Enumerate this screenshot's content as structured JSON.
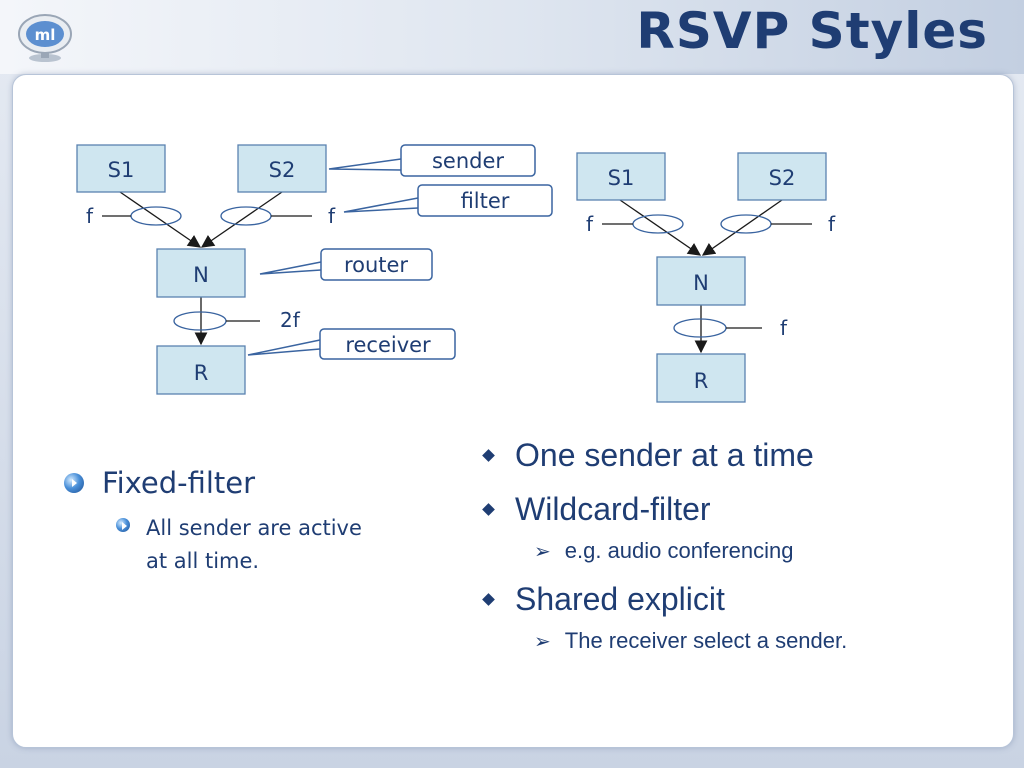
{
  "header": {
    "title": "RSVP Styles",
    "logo_icon": "monitor-logo-icon"
  },
  "left_diagram": {
    "nodes": {
      "s1": "S1",
      "s2": "S2",
      "n": "N",
      "r": "R"
    },
    "filter_labels": {
      "left": "f",
      "right": "f",
      "bottom": "2f"
    },
    "callouts": {
      "sender": "sender",
      "filter": "filter",
      "router": "router",
      "receiver": "receiver"
    }
  },
  "right_diagram": {
    "nodes": {
      "s1": "S1",
      "s2": "S2",
      "n": "N",
      "r": "R"
    },
    "filter_labels": {
      "left": "f",
      "right": "f",
      "bottom": "f"
    }
  },
  "left_list": {
    "item": "Fixed-filter",
    "sub_line1": "All sender are active",
    "sub_line2": "at all time."
  },
  "right_list": {
    "items": [
      {
        "label": "One sender at a time"
      },
      {
        "label": "Wildcard-filter",
        "sub": "e.g. audio conferencing"
      },
      {
        "label": "Shared explicit",
        "sub": "The receiver select a sender."
      }
    ]
  },
  "colors": {
    "title": "#1f3d73",
    "node_fill": "#cfe6f0",
    "node_border": "#5a82b0",
    "text": "#1f3d73"
  }
}
